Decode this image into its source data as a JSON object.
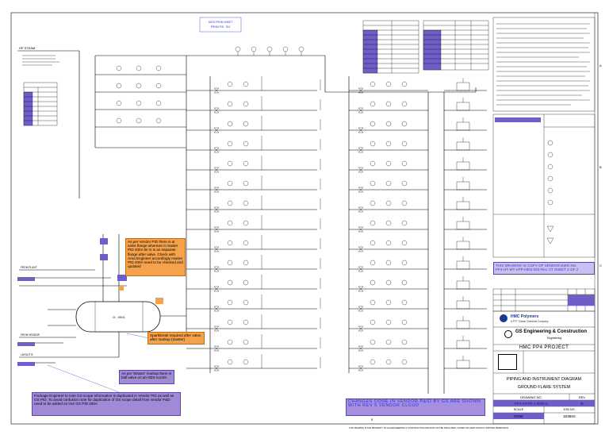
{
  "top_label": {
    "line1": "DAYS FROM SHEET",
    "line2": "PRISM PID - 001"
  },
  "left_labels": {
    "hp_steam": "HP STEAM",
    "label2": "FROM PLANT",
    "label3": "FROM VENDOR",
    "label4": "LAYOUT B"
  },
  "notes": {
    "note1": "As per Vendor PID there is at valve flange whereas in master PID 400A tie in is an separate flange after valve. Check with Area Engineer accordingly master PID 400A need to be checked and updated",
    "note2": "Sparkbreak required after valve, after markup (master)",
    "note3": "As per 'Master' markup there is ball valve on an ND3 nozzle.",
    "note4": "Package Engineer to note GS scope information is duplicated in Vendor PID as well as GS PID. To avoid confusion note for duplication of GS scope detail from vendor P&D need to be added on Our GS PID 400A"
  },
  "changes_note": {
    "line1": "CHANGES DONE IN VENDOR P&ID BY GS ARE SHOWN",
    "line2": "WITH REV  5  VENDOR CLOUD"
  },
  "copy_note": {
    "line1": "THIS DRAWING IS COPY OF VENDOR DWG NO.",
    "line2": "PP4-HT-WT-HTP-0004-003  Rev. 0T SHEET 2 OF 2"
  },
  "title_block": {
    "company1": "HMC Polymers",
    "company1_sub": "A PTT Global Chemical Company",
    "company2": "GS Engineering & Construction",
    "company2_sub": "Engineering",
    "project": "HMC   PP4   PROJECT",
    "drawing_title1": "PIPING  AND  INSTRUMENT  DIAGRAM",
    "drawing_title2": "GROUND  FLARE  SYSTEM",
    "drawing_no_label": "DRAWING  NO.",
    "rev_label": "REV",
    "drawing_no": "PP4-HT-FD-J-0050-C",
    "rev": "D",
    "scale_label": "SCALE",
    "scale": "NONE",
    "job_label": "JOB NO.",
    "job": "1B3B5G"
  },
  "zones": {
    "a": "A",
    "b": "B",
    "c": "C"
  },
  "bottom_number": "5",
  "bottom_caption": "THIS DRAWING IS THE PROPERTY OF GS ENGINEERING & CONSTRUCTION AND MUST NOT BE DISCLOSED, COPIED OR USED WITHOUT WRITTEN PERMISSION"
}
